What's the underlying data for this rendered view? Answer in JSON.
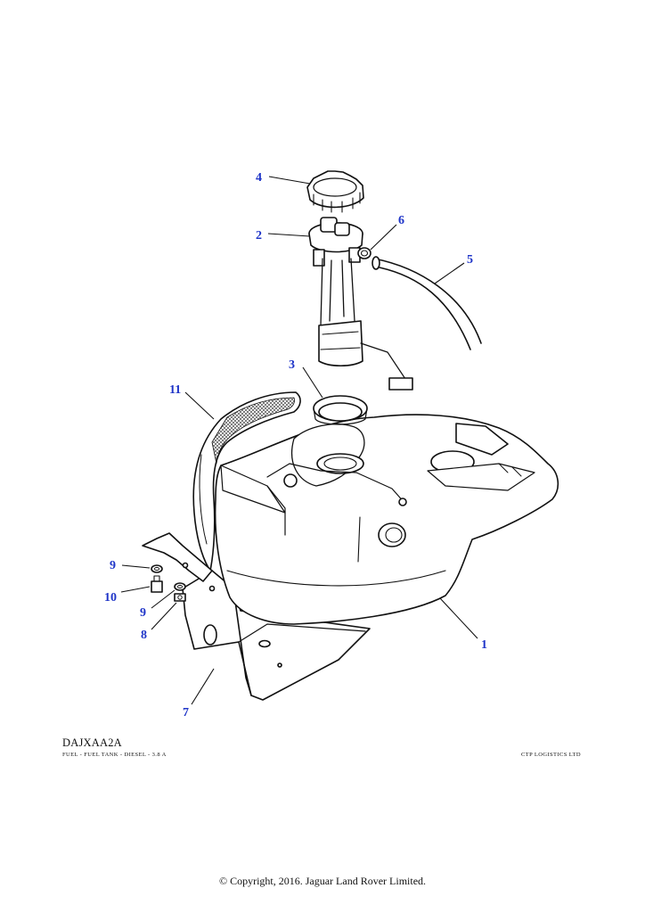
{
  "diagram": {
    "code": "DAJXAA2A",
    "caption": "FUEL - FUEL TANK - DIESEL - 3.8 A",
    "vendor": "CTP LOGISTICS LTD",
    "copyright": "© Copyright, 2016. Jaguar Land Rover Limited.",
    "callout_color": "#1f35c8",
    "callouts": {
      "c1": "1",
      "c2": "2",
      "c3": "3",
      "c4": "4",
      "c5": "5",
      "c6": "6",
      "c7": "7",
      "c8": "8",
      "c9a": "9",
      "c9b": "9",
      "c10": "10",
      "c11": "11"
    }
  }
}
